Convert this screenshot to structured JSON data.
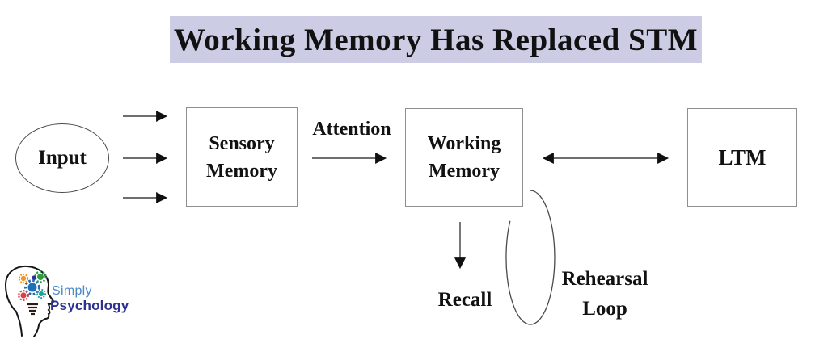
{
  "title": {
    "text": "Working Memory Has Replaced STM"
  },
  "colors": {
    "banner_bg": "#cdcce5",
    "line": "#3f3f3f",
    "box_border": "#8f8f8f",
    "logo_simply": "#4a87c7",
    "logo_psychology": "#2e3192",
    "gears": [
      "#2e9e46",
      "#1e6fb8",
      "#d6404a",
      "#ef9426",
      "#1ba099",
      "#2e3192"
    ]
  },
  "nodes": {
    "input": {
      "label": "Input"
    },
    "sensory_memory": {
      "line1": "Sensory",
      "line2": "Memory"
    },
    "working_memory": {
      "line1": "Working",
      "line2": "Memory"
    },
    "ltm": {
      "label": "LTM"
    }
  },
  "labels": {
    "attention": "Attention",
    "recall": "Recall",
    "rehearsal_line1": "Rehearsal",
    "rehearsal_line2": "Loop"
  },
  "logo": {
    "line1": "Simply",
    "line2": "Psychology"
  }
}
